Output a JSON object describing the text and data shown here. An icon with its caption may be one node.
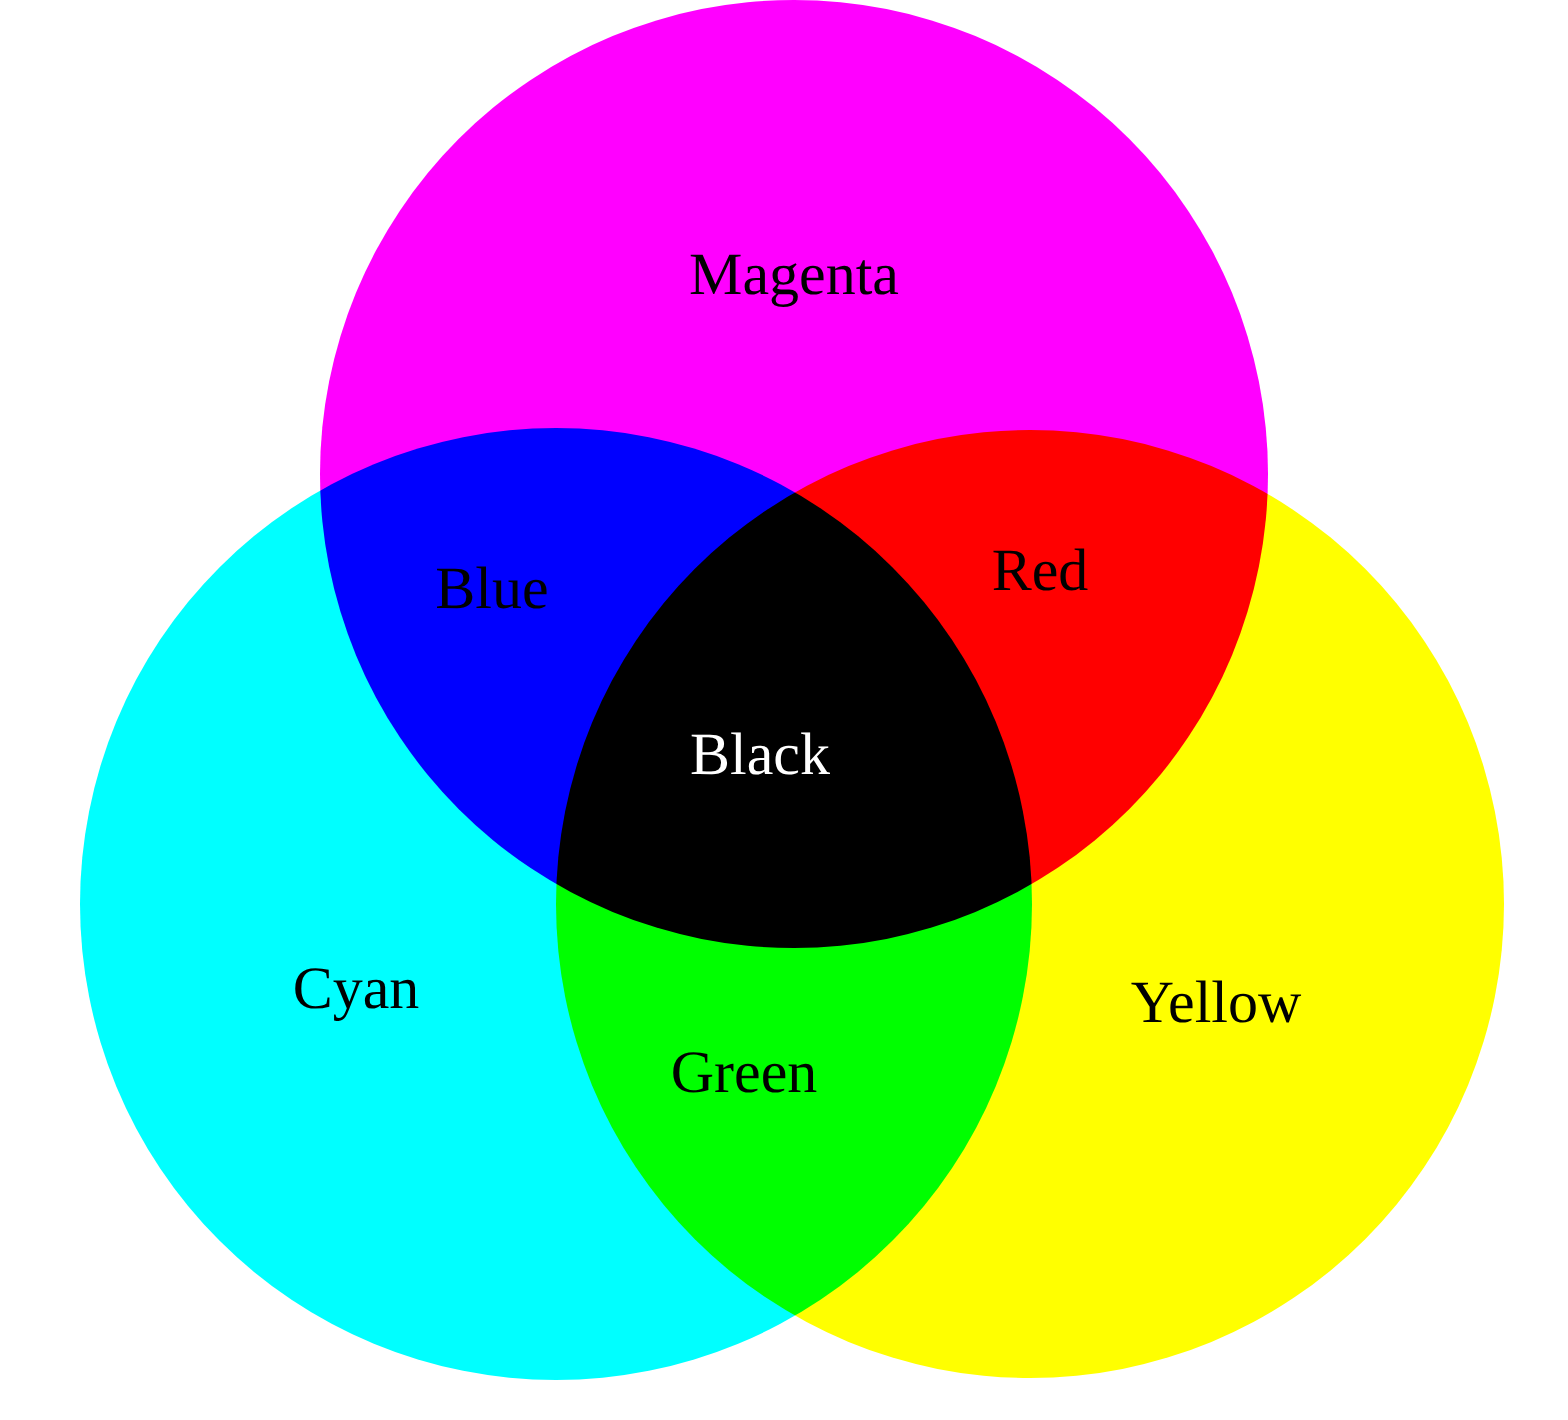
{
  "diagram": {
    "nodes": [
      {
        "text": [
          "Magenta"
        ]
      },
      {
        "text": [
          "Cyan"
        ]
      },
      {
        "text": [
          "Yellow"
        ]
      }
    ],
    "labels": [
      "Blue",
      "Red",
      "Black",
      "Green"
    ]
  }
}
